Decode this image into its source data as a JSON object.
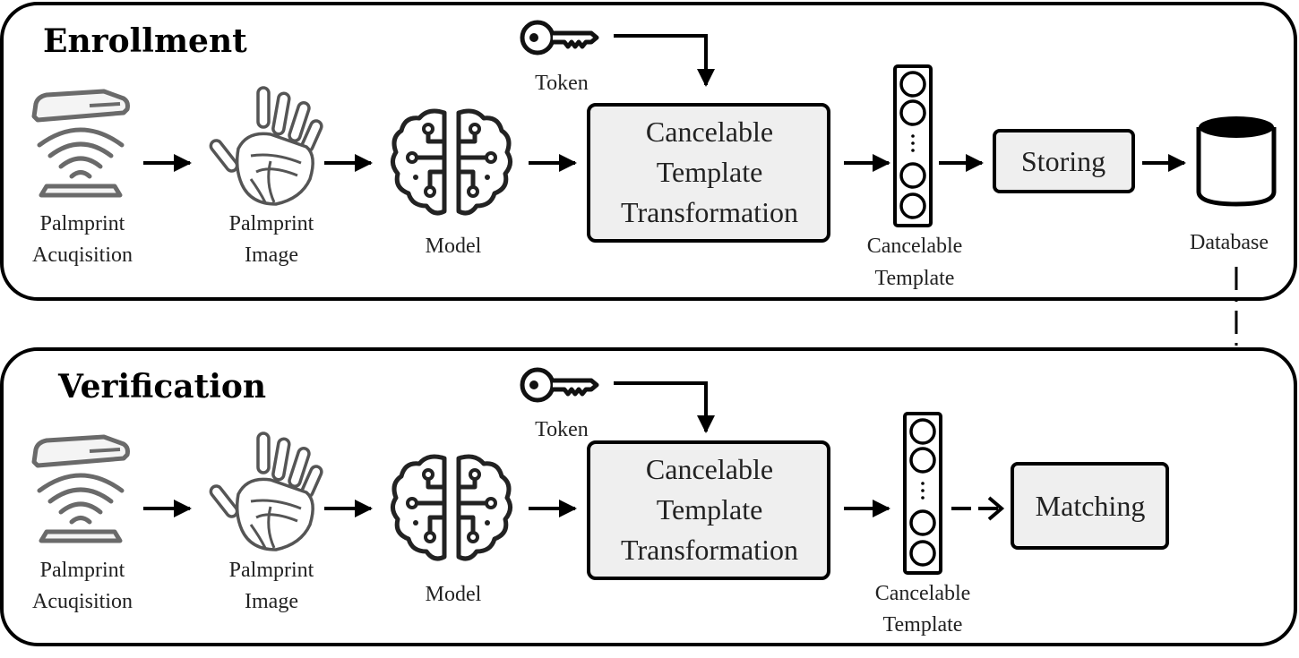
{
  "enrollment": {
    "title": "Enrollment",
    "token_label": "Token",
    "acquisition_label": [
      "Palmprint",
      "Acuqisition"
    ],
    "image_label": [
      "Palmprint",
      "Image"
    ],
    "model_label": "Model",
    "transform_label": [
      "Cancelable",
      "Template",
      "Transformation"
    ],
    "template_label": [
      "Cancelable",
      "Template"
    ],
    "storing_label": "Storing",
    "database_label": "Database"
  },
  "verification": {
    "title": "Verification",
    "token_label": "Token",
    "acquisition_label": [
      "Palmprint",
      "Acuqisition"
    ],
    "image_label": [
      "Palmprint",
      "Image"
    ],
    "model_label": "Model",
    "transform_label": [
      "Cancelable",
      "Template",
      "Transformation"
    ],
    "template_label": [
      "Cancelable",
      "Template"
    ],
    "matching_label": "Matching"
  },
  "icons": {
    "key": "key-icon",
    "scanner": "palm-scanner-icon",
    "hand": "hand-icon",
    "brain": "brain-circuit-icon",
    "database": "database-icon",
    "vector": "template-vector-icon"
  },
  "colors": {
    "box_fill": "#efefef",
    "stroke": "#000000",
    "icon_grey": "#6a6a6a"
  }
}
